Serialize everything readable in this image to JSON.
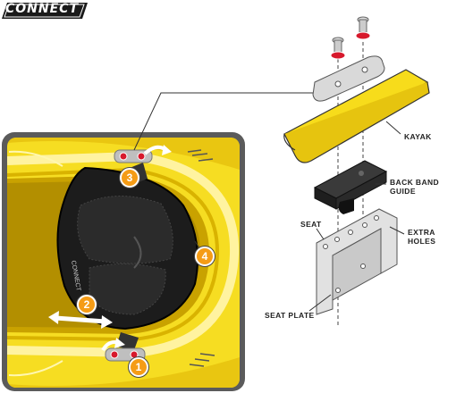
{
  "logo": {
    "text": "CONNECT"
  },
  "labels": {
    "kayak": "KAYAK",
    "back_band_guide": "BACK BAND\nGUIDE",
    "seat": "SEAT",
    "extra_holes": "EXTRA\nHOLES",
    "seat_plate": "SEAT PLATE"
  },
  "steps": [
    "1",
    "2",
    "3",
    "4"
  ],
  "colors": {
    "kayak_yellow": "#f7dc1b",
    "step_badge": "#f59c16",
    "bolt_red": "#d7192c",
    "frame_gray": "#5b5b5b"
  }
}
